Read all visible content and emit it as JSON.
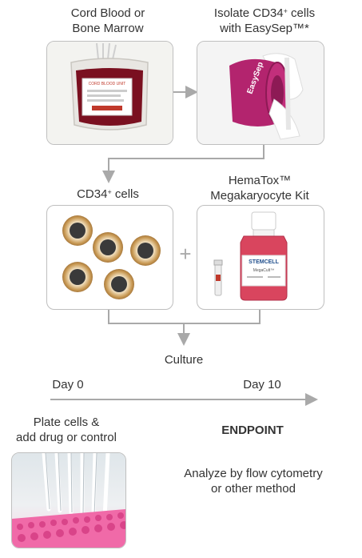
{
  "step1": {
    "line1": "Cord Blood or",
    "line2": "Bone Marrow"
  },
  "step2": {
    "line1_pre": "Isolate CD34",
    "line1_sup": "+",
    "line1_post": " cells",
    "line2": "with EasySep™*"
  },
  "step3": {
    "pre": "CD34",
    "sup": "+",
    "post": " cells"
  },
  "step4": {
    "line1": "HemaTox™",
    "line2": "Megakaryocyte Kit"
  },
  "plus": "+",
  "culture": "Culture",
  "timeline": {
    "start": "Day 0",
    "end": "Day 10"
  },
  "plate": {
    "line1": "Plate cells &",
    "line2": "add drug or control"
  },
  "endpoint": {
    "title": "ENDPOINT",
    "line1": "Analyze by flow cytometry",
    "line2": "or other method"
  },
  "images": {
    "blood_bag_label": "CORD BLOOD UNIT",
    "easysep_magnet": "EasySep",
    "bottle_brand": "STEMCELL",
    "bottle_product": "MegaCult™"
  },
  "colors": {
    "arrow": "#a9a9a9",
    "blood": "#7a1020",
    "magnet": "#b3246e",
    "medium": "#d9455e",
    "pink_plate": "#f06aa8"
  }
}
